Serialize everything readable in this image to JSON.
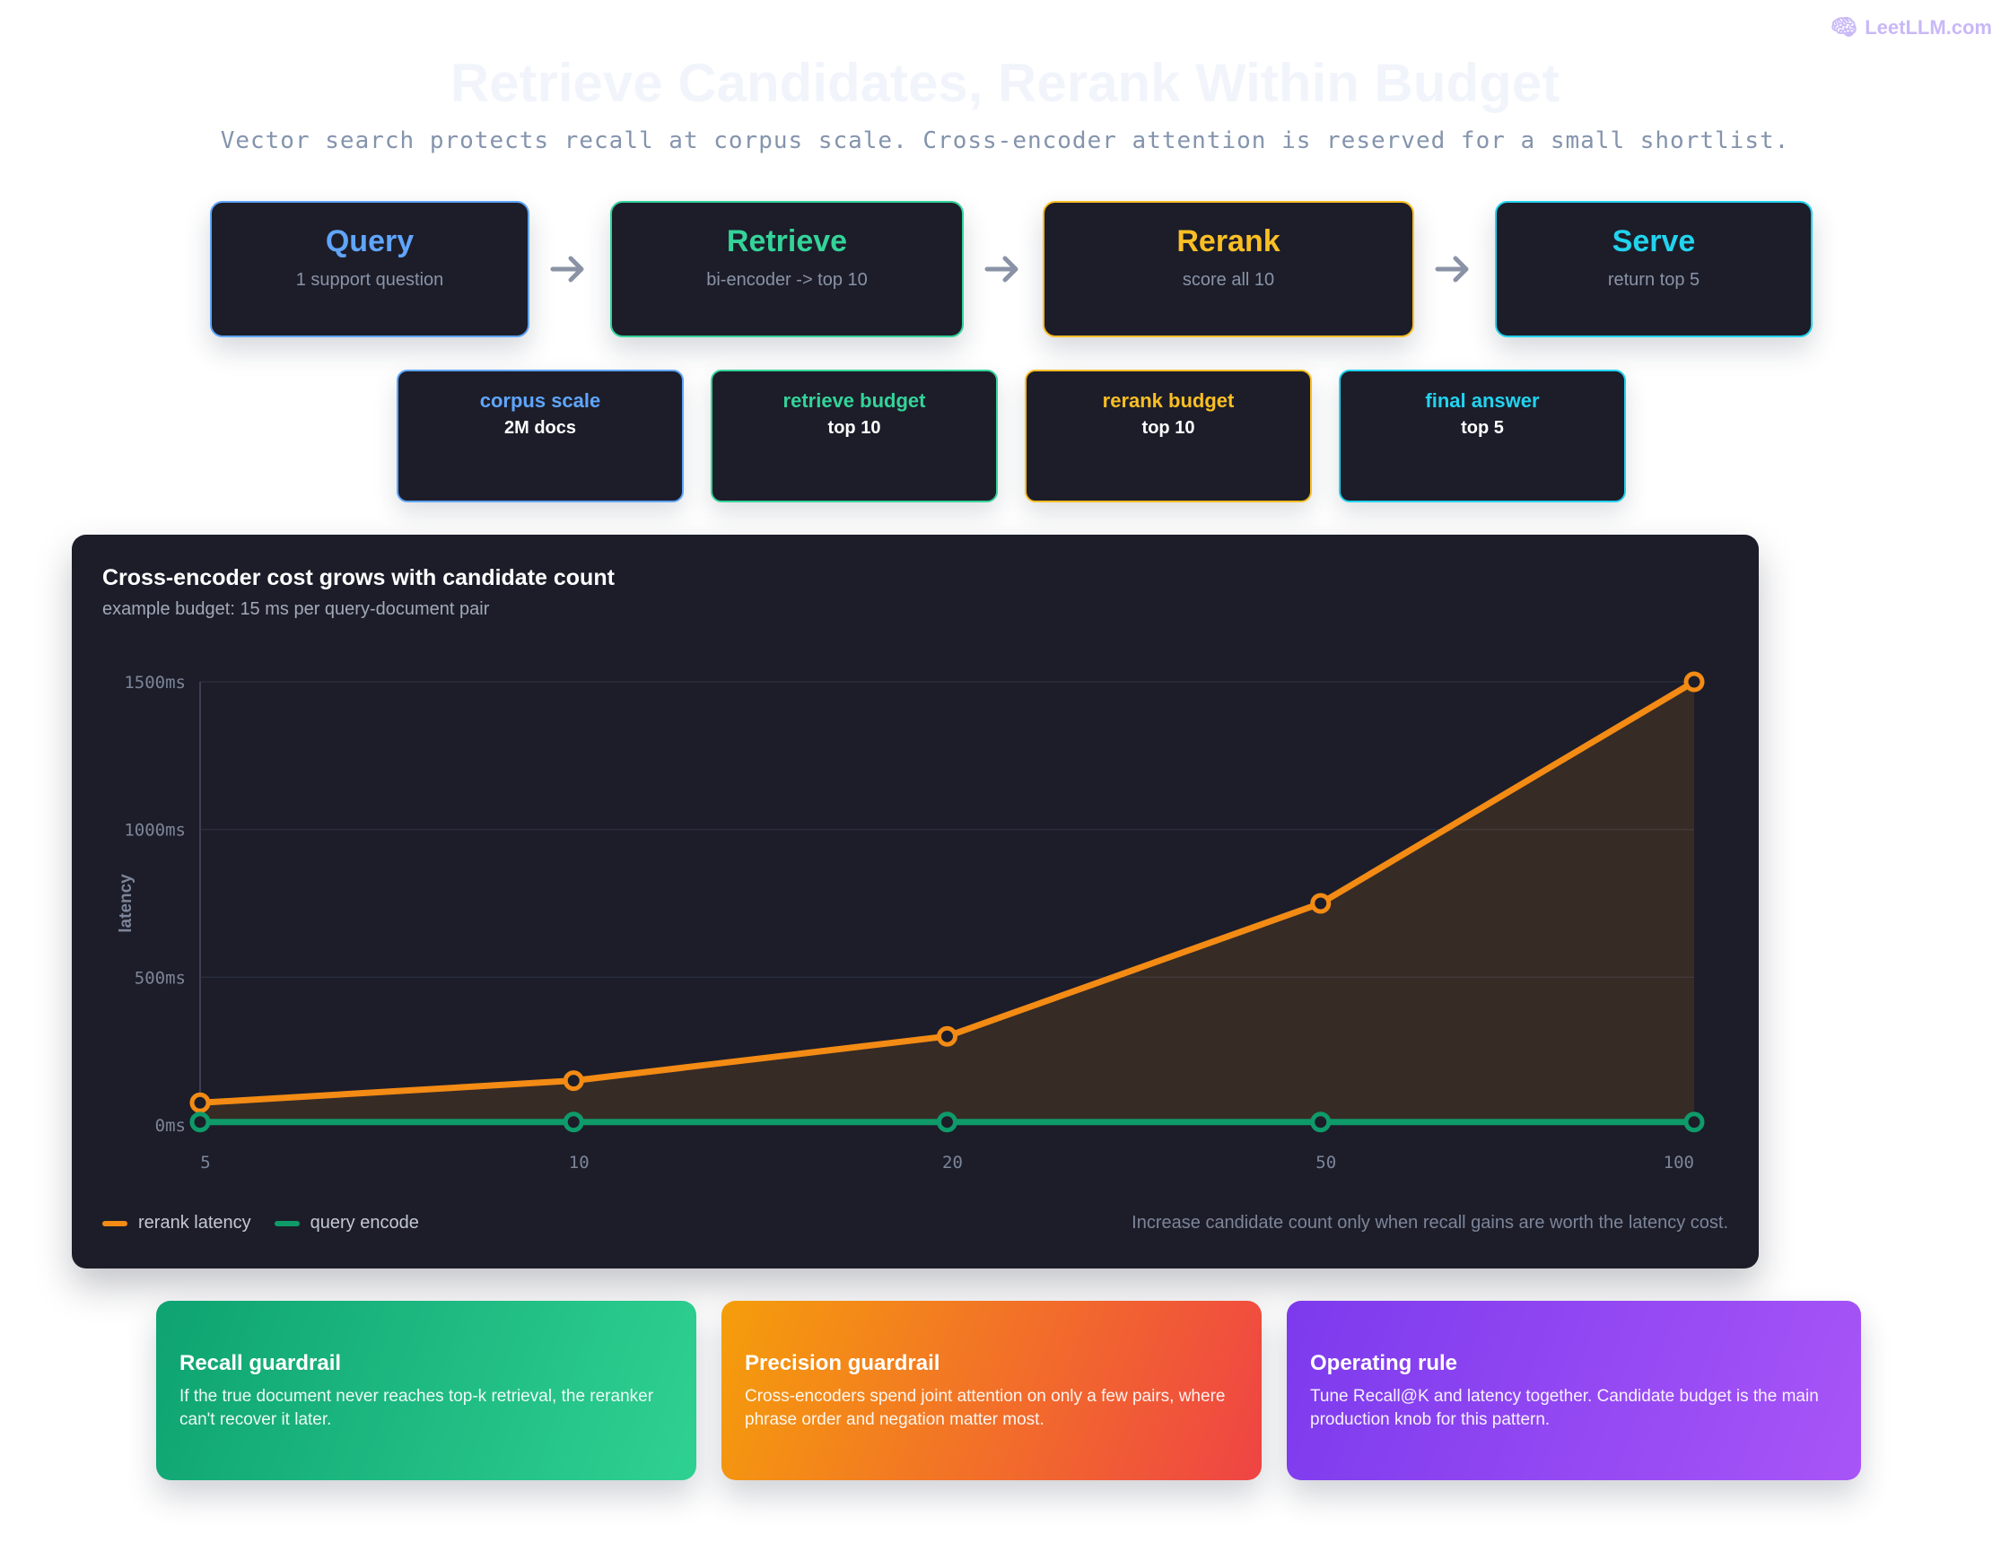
{
  "brand": {
    "name": "LeetLLM.com",
    "icon": "brain-icon"
  },
  "header": {
    "title": "Retrieve Candidates, Rerank Within Budget",
    "subtitle": "Vector search protects recall at corpus scale. Cross-encoder attention is reserved for a small shortlist."
  },
  "pipeline": [
    {
      "title": "Query",
      "subtitle": "1 support question",
      "color": "#60a5fa"
    },
    {
      "title": "Retrieve",
      "subtitle": "bi-encoder -> top 10",
      "color": "#34d399"
    },
    {
      "title": "Rerank",
      "subtitle": "score all 10",
      "color": "#fbbf24"
    },
    {
      "title": "Serve",
      "subtitle": "return top 5",
      "color": "#22d3ee"
    }
  ],
  "budgets": [
    {
      "label": "corpus scale",
      "value": "2M docs",
      "color": "#60a5fa"
    },
    {
      "label": "retrieve budget",
      "value": "top 10",
      "color": "#34d399"
    },
    {
      "label": "rerank budget",
      "value": "top 10",
      "color": "#fbbf24"
    },
    {
      "label": "final answer",
      "value": "top 5",
      "color": "#22d3ee"
    }
  ],
  "chart_data": {
    "type": "line",
    "title": "Cross-encoder cost grows with candidate count",
    "subtitle": "example budget: 15 ms per query-document pair",
    "ylabel": "latency",
    "xlabel": "",
    "categories": [
      "5",
      "10",
      "20",
      "50",
      "100"
    ],
    "yticks": [
      "0ms",
      "500ms",
      "1000ms",
      "1500ms"
    ],
    "ylim": [
      0,
      1500
    ],
    "series": [
      {
        "name": "rerank latency",
        "values": [
          75,
          150,
          300,
          750,
          1500
        ],
        "color": "#f38b14",
        "area": true
      },
      {
        "name": "query encode",
        "values": [
          10,
          10,
          10,
          10,
          10
        ],
        "color": "#0f9a6a",
        "area": false
      }
    ],
    "grid": true,
    "legend": "bottom-left",
    "note": "Increase candidate count only when recall gains are worth the latency cost."
  },
  "cards": [
    {
      "title": "Recall guardrail",
      "text": "If the true document never reaches top-k retrieval, the reranker can't recover it later.",
      "gradient": [
        "#0ea371",
        "#2fd192"
      ]
    },
    {
      "title": "Precision guardrail",
      "text": "Cross-encoders spend joint attention on only a few pairs, where phrase order and negation matter most.",
      "gradient": [
        "#f59e0b",
        "#ef4444"
      ]
    },
    {
      "title": "Operating rule",
      "text": "Tune Recall@K and latency together. Candidate budget is the main production knob for this pattern.",
      "gradient": [
        "#7c3aed",
        "#a855f7"
      ]
    }
  ]
}
